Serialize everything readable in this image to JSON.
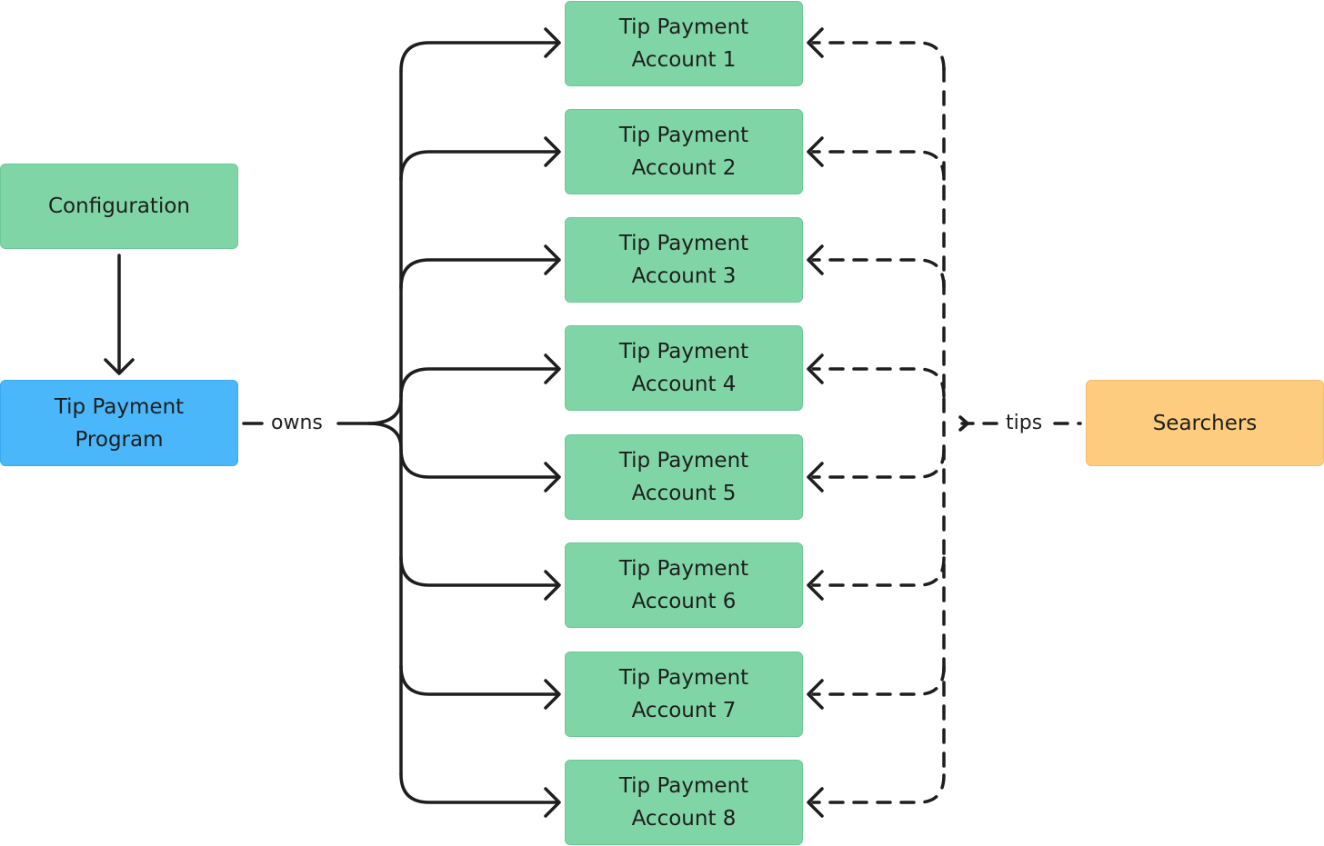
{
  "diagram": {
    "configuration": "Configuration",
    "program": "Tip Payment\nProgram",
    "searchers": "Searchers",
    "owns_label": "owns",
    "tips_label": "tips",
    "accounts": [
      "Tip Payment\nAccount 1",
      "Tip Payment\nAccount 2",
      "Tip Payment\nAccount 3",
      "Tip Payment\nAccount 4",
      "Tip Payment\nAccount 5",
      "Tip Payment\nAccount 6",
      "Tip Payment\nAccount 7",
      "Tip Payment\nAccount 8"
    ],
    "colors": {
      "account_fill": "#80d5a6",
      "configuration_fill": "#80d5a6",
      "program_fill": "#4ab7fb",
      "searchers_fill": "#fecc7e",
      "stroke": "#1e1e1e"
    }
  }
}
